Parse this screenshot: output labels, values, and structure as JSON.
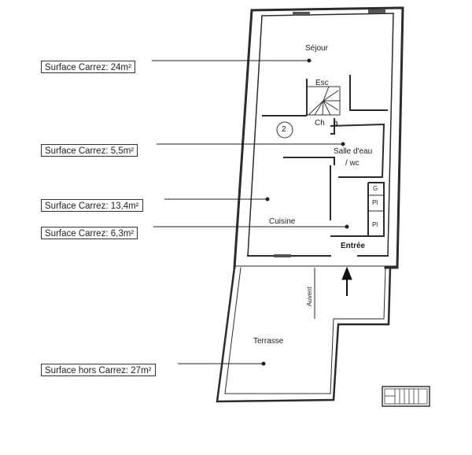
{
  "callouts": [
    {
      "id": "sejour",
      "label": "Surface Carrez: 24m²"
    },
    {
      "id": "salle-eau",
      "label": "Surface Carrez: 5,5m²"
    },
    {
      "id": "cuisine",
      "label": "Surface Carrez: 13,4m²"
    },
    {
      "id": "entree",
      "label": "Surface Carrez: 6,3m²"
    },
    {
      "id": "terrasse",
      "label": "Surface hors Carrez: 27m²"
    }
  ],
  "rooms": {
    "sejour": "Séjour",
    "esc": "Esc",
    "ch": "Ch",
    "a": "a",
    "salle_eau_line1": "Salle d'eau",
    "salle_eau_line2": "/ wc",
    "cuisine": "Cuisine",
    "entree": "Entrée",
    "auvent": "Auvent",
    "terrasse": "Terrasse",
    "placard1": "Pl",
    "placard2": "Pl",
    "gl": "G",
    "level": "2"
  }
}
